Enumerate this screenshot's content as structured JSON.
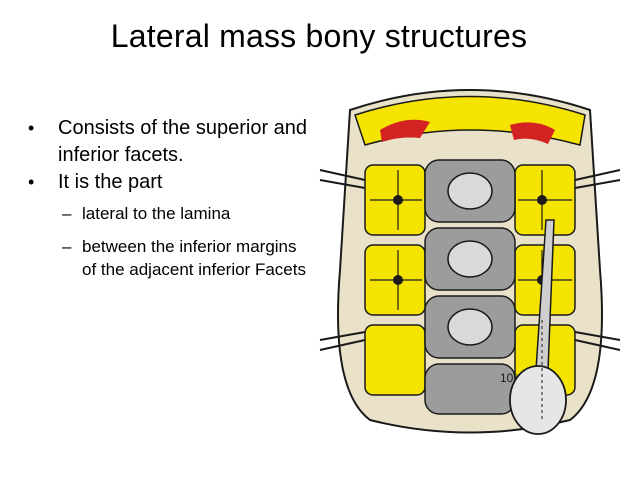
{
  "slide": {
    "title": "Lateral mass bony structures",
    "bullets": [
      {
        "mark": "•",
        "text": "Consists of the superior and inferior facets."
      },
      {
        "mark": "•",
        "text": "It is the part"
      }
    ],
    "sub_bullets": [
      {
        "mark": "–",
        "text": "lateral to the lamina"
      },
      {
        "mark": "–",
        "text": "between the inferior margins of the adjacent inferior Facets"
      }
    ]
  },
  "figure": {
    "angle_label": "10°",
    "colors": {
      "highlight_yellow": "#f5e400",
      "bone_gray": "#9c9c9c",
      "tissue_red": "#d32222",
      "outline": "#1a1a1a"
    }
  }
}
